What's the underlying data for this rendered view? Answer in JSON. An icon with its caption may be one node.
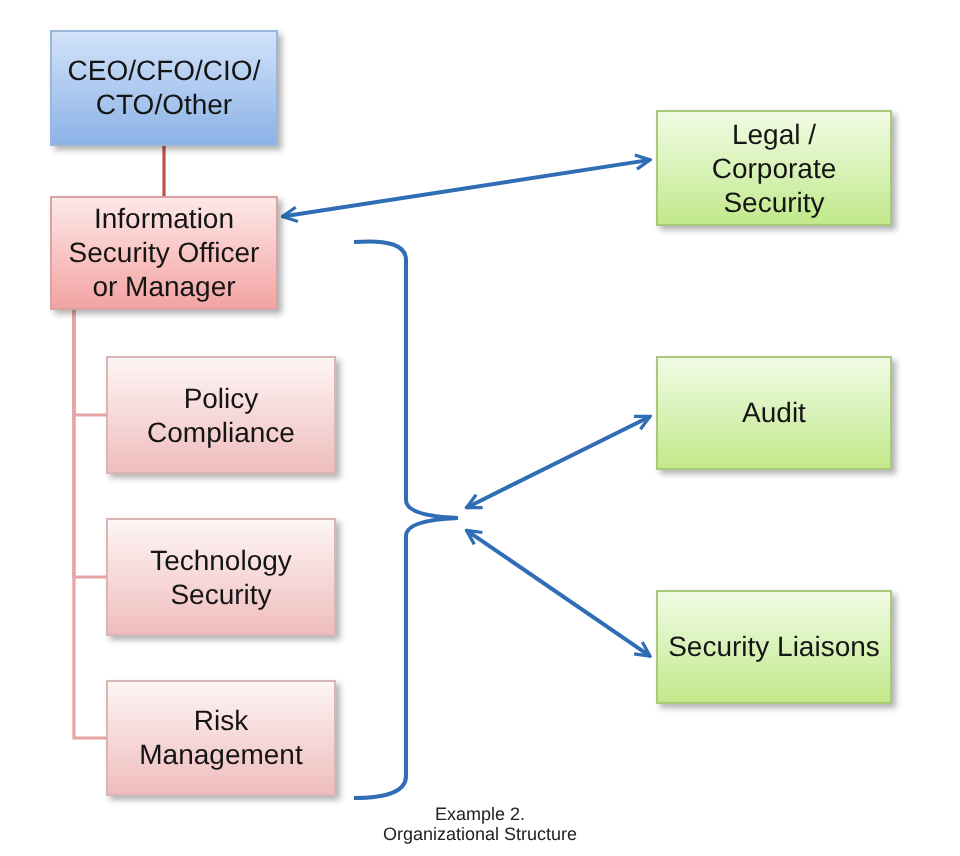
{
  "diagram": {
    "caption": "Example 2. Organizational Structure",
    "nodes": [
      {
        "text": [
          "CEO/CFO/CIO/ CTO/Other"
        ]
      },
      {
        "text": [
          "Legal / Corporate Security"
        ]
      },
      {
        "text": [
          "Information Security Officer or Manager"
        ]
      },
      {
        "text": [
          "Policy Compliance"
        ]
      },
      {
        "text": [
          "Audit"
        ]
      },
      {
        "text": [
          "Technology Security"
        ]
      },
      {
        "text": [
          "Security Liaisons"
        ]
      },
      {
        "text": [
          "Risk Management"
        ]
      },
      {
        "text": [],
        "shape": "brace"
      }
    ],
    "edges": [
      {
        "from": 0,
        "to": 2,
        "arrow": "none",
        "color": "#c0504d"
      },
      {
        "from": 2,
        "to": 1,
        "arrow": "both"
      },
      {
        "from": 2,
        "to": 3,
        "arrow": "none",
        "color": "#e6a4a4"
      },
      {
        "from": 2,
        "to": 5,
        "arrow": "none",
        "color": "#e6a4a4"
      },
      {
        "from": 2,
        "to": 7,
        "arrow": "none",
        "color": "#e6a4a4"
      },
      {
        "from": 8,
        "to": 4,
        "arrow": "both"
      },
      {
        "from": 8,
        "to": 6,
        "arrow": "both"
      }
    ]
  }
}
